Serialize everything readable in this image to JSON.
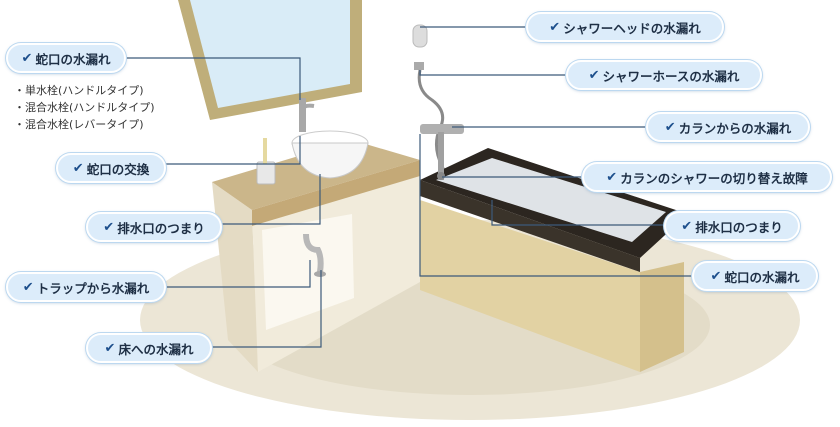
{
  "colors": {
    "line": "#3c5a7a",
    "label_bg": "#dcecfa",
    "check": "#1d4f8c",
    "wood": "#c9b07a",
    "tub_dark": "#2c2620",
    "floor": "#ece6d6"
  },
  "check_icon": "✔",
  "labels": {
    "faucet_leak_sink": "蛇口の水漏れ",
    "faucet_replace": "蛇口の交換",
    "drain_clog_sink": "排水口のつまり",
    "trap_leak": "トラップから水漏れ",
    "floor_leak": "床への水漏れ",
    "shower_head_leak": "シャワーヘッドの水漏れ",
    "shower_hose_leak": "シャワーホースの水漏れ",
    "kalan_leak": "カランからの水漏れ",
    "kalan_switch_fail": "カランのシャワーの切り替え故障",
    "drain_clog_tub": "排水口のつまり",
    "faucet_leak_tub": "蛇口の水漏れ"
  },
  "faucet_types": [
    "単水栓(ハンドルタイプ)",
    "混合水栓(ハンドルタイプ)",
    "混合水栓(レバータイプ)"
  ]
}
